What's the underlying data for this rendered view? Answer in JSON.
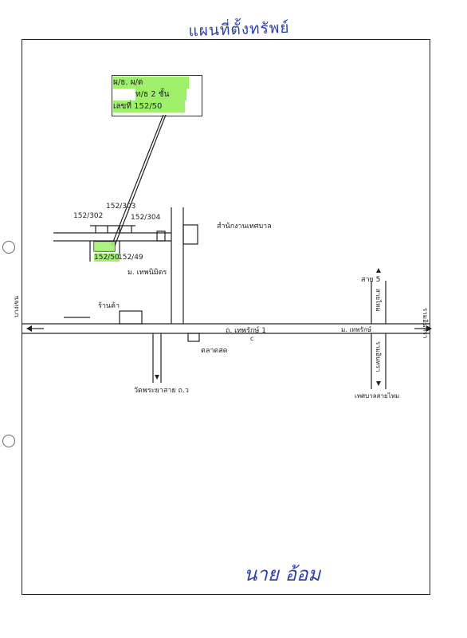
{
  "page": {
    "title": "แผนที่ตั้งทรัพย์"
  },
  "legend": {
    "line1": "ผ/ธ. ผ/ด",
    "line2": "ท/ธ 2 ชั้น",
    "line3": "เลขที่ 152/50"
  },
  "labels": {
    "lot_a": "152/302",
    "lot_b": "152/303",
    "lot_c": "152/304",
    "lot_target": "152/50",
    "lot_d": "152/49",
    "village_road": "ม. เทพนิมิตร",
    "office": "สำนักงานเทศบาล",
    "shop": "ร้านค้า",
    "main_road": "ถ. เทพรักษ์ 1",
    "market": "ตลาดสด",
    "temple_road": "วัดพระยาสาย ถ.ว",
    "left_end": "บางเขน",
    "right_end": "รามอินทรา",
    "km": "ม. เทพรักษ์",
    "cross_road_label": "สายไหม",
    "cross_road_label_2": "รามอินทรา",
    "north_label": "สาย 5",
    "south_label": "เทศบาลสายไหม",
    "c_mark": "c"
  },
  "signature": {
    "text": "นาย อ้อม"
  },
  "colors": {
    "highlight": "#9ef06a",
    "ink": "#2b3fb5",
    "pencil": "#222222"
  }
}
